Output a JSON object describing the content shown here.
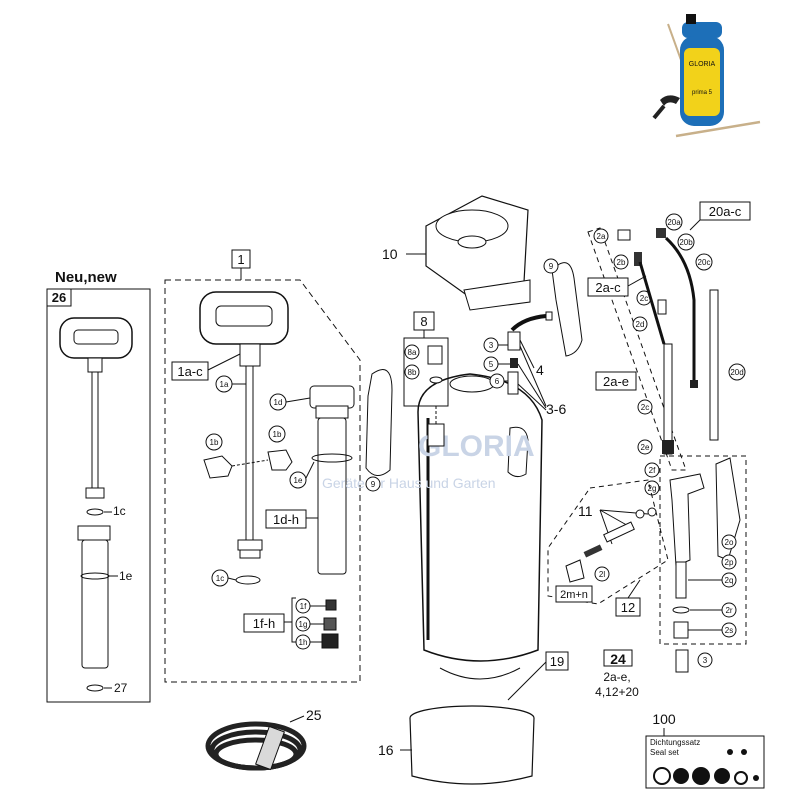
{
  "photo": {
    "brand_text": "GLORIA",
    "model_text": "prima 5"
  },
  "section_new": {
    "title": "Neu,new",
    "box_number": "26"
  },
  "labels": {
    "l1": "1",
    "l1ac": "1a-c",
    "l1a": "1a",
    "l1b_left": "1b",
    "l1b_right": "1b",
    "l1c_left": "1c",
    "l1c_right": "1c",
    "l1d": "1d",
    "l1dh": "1d-h",
    "l1e_left": "1e",
    "l1e_right": "1e",
    "l1f": "1f",
    "l1g": "1g",
    "l1h": "1h",
    "l1fh": "1f-h",
    "l27": "27",
    "l10": "10",
    "l8": "8",
    "l8a": "8a",
    "l8b": "8b",
    "l3": "3",
    "l5": "5",
    "l6": "6",
    "l4": "4",
    "l36": "3-6",
    "l9_left": "9",
    "l9_right": "9",
    "l2a": "2a",
    "l2b": "2b",
    "l2ac": "2a-c",
    "l2c_top": "2c",
    "l2d": "2d",
    "l2ae": "2a-e",
    "l2c_mid": "2c",
    "l2e": "2e",
    "l20a": "20a",
    "l20b": "20b",
    "l20c": "20c",
    "l20ac": "20a-c",
    "l20d": "20d",
    "l2f": "2f",
    "l2g": "2g",
    "l2o": "2o",
    "l2p": "2p",
    "l2q": "2q",
    "l2r": "2r",
    "l2s": "2s",
    "l3_bottom": "3",
    "l11": "11",
    "l2l": "2l",
    "l2mn": "2m+n",
    "l12": "12",
    "l19": "19",
    "l16": "16",
    "l25": "25",
    "l24": "24",
    "l24_note1": "2a-e,",
    "l24_note2": "4,12+20",
    "l100": "100",
    "seal_title1": "Dichtungssatz",
    "seal_title2": "Seal set"
  },
  "watermark": {
    "text": "GLORIA",
    "sub": "Geräte für Haus und Garten"
  },
  "colors": {
    "line": "#111111",
    "photo_yellow": "#f2d21a",
    "photo_blue": "#1d6fb8",
    "watermark": "#c9d4e6"
  }
}
